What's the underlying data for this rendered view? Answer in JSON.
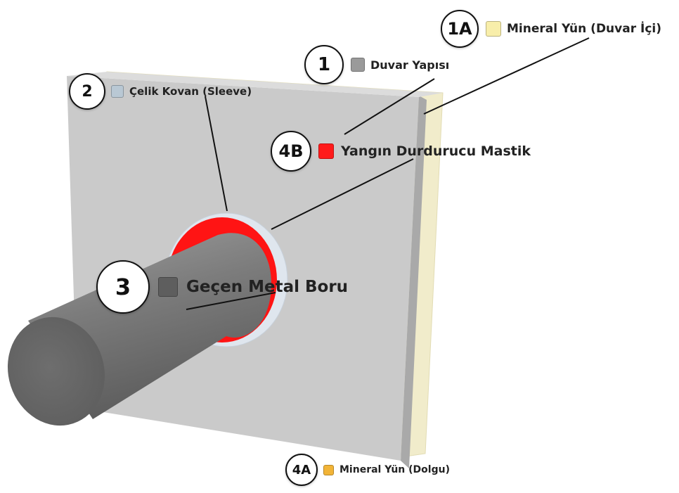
{
  "labels": {
    "l1A": {
      "number": "1A",
      "text": "Mineral Yün (Duvar İçi)",
      "color": "#f8eeaa"
    },
    "l1": {
      "number": "1",
      "text": "Duvar Yapısı",
      "color": "#9a9a9a"
    },
    "l2": {
      "number": "2",
      "text": "Çelik Kovan (Sleeve)",
      "color": "#b9c8d4"
    },
    "l4B": {
      "number": "4B",
      "text": "Yangın Durdurucu Mastik",
      "color": "#ff1a1a"
    },
    "l3": {
      "number": "3",
      "text": "Geçen Metal Boru",
      "color": "#5e5e5e"
    },
    "l4A": {
      "number": "4A",
      "text": "Mineral Yün (Dolgu)",
      "color": "#f2b437"
    }
  },
  "colors": {
    "wall_face": "#cacaca",
    "wall_edge": "#a9a9a9",
    "insulation": "#f1eccb",
    "sleeve": "#dfe6ee",
    "mastic": "#ff1414",
    "pipe": "#7a7a7a",
    "pipe_end": "#666666"
  }
}
